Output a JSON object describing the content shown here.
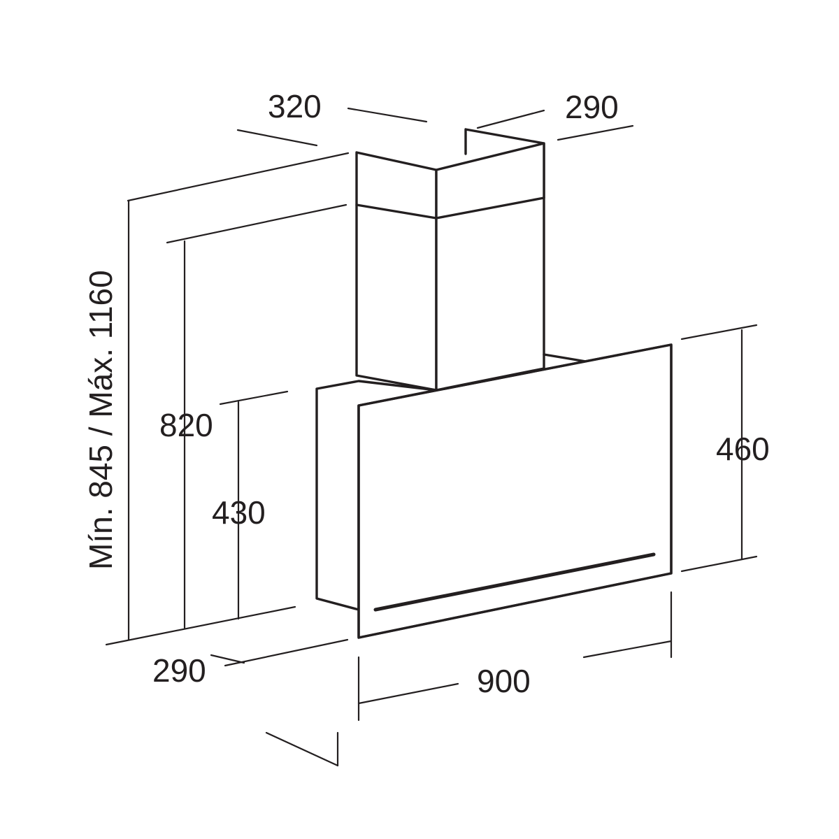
{
  "dimensions": {
    "chimney_depth": "320",
    "chimney_width": "290",
    "overall_height": "Mín. 845 / Máx. 1160",
    "height_to_top": "820",
    "body_height": "430",
    "panel_height": "460",
    "body_depth": "290",
    "width": "900"
  },
  "colors": {
    "line": "#231f20",
    "background": "#ffffff"
  }
}
